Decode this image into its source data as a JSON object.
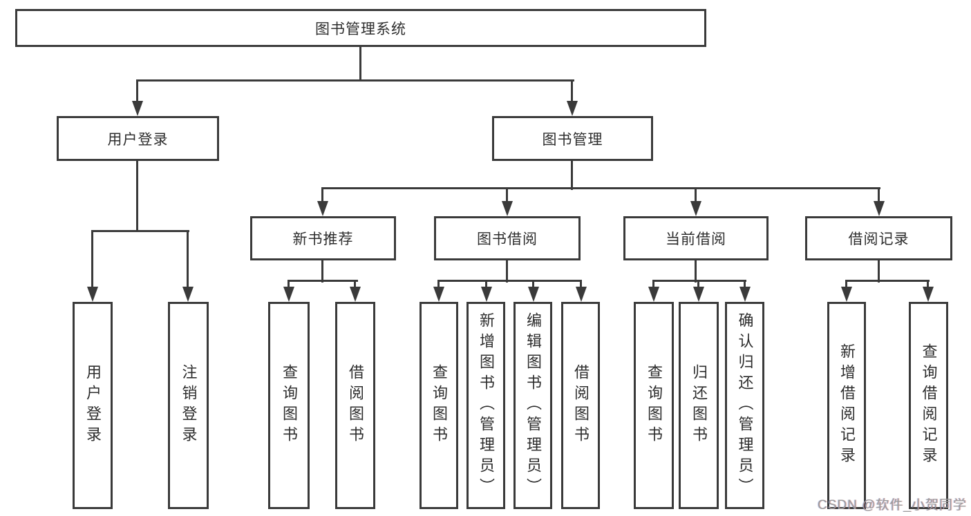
{
  "diagram": {
    "title": "图书管理系统",
    "branches": {
      "user_login": {
        "label": "用户登录",
        "children": {
          "login": "用户登录",
          "logout": "注销登录"
        }
      },
      "book_mgmt": {
        "label": "图书管理",
        "sections": {
          "new_book": {
            "label": "新书推荐",
            "children": {
              "query": "查询图书",
              "borrow": "借阅图书"
            }
          },
          "borrowing": {
            "label": "图书借阅",
            "children": {
              "query": "查询图书",
              "add": "新增图书（管理员）",
              "edit": "编辑图书（管理员）",
              "borrow": "借阅图书"
            }
          },
          "current": {
            "label": "当前借阅",
            "children": {
              "query": "查询图书",
              "return": "归还图书",
              "confirm": "确认归还（管理员）"
            }
          },
          "records": {
            "label": "借阅记录",
            "children": {
              "add": "新增借阅记录",
              "query": "查询借阅记录"
            }
          }
        }
      }
    }
  },
  "watermark": "CSDN @软件_小贺同学",
  "colors": {
    "line": "#3a3a3a",
    "box_border": "#3a3a3a",
    "box_fill": "#ffffff",
    "text": "#2d2d2d",
    "watermark": "#9c9c9c",
    "background": "#ffffff"
  }
}
